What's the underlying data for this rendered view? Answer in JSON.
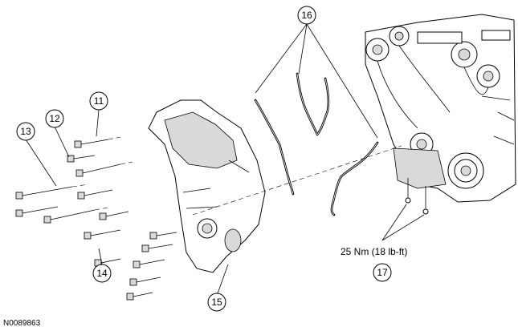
{
  "figure_id": "N0089863",
  "torque_spec": "25 Nm (18 lb-ft)",
  "callouts": {
    "c11": "11",
    "c12": "12",
    "c13": "13",
    "c14": "14",
    "c15": "15",
    "c16": "16",
    "c17": "17"
  }
}
